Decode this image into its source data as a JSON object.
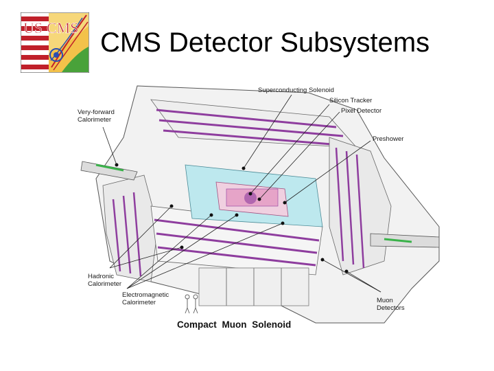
{
  "slide": {
    "title": "CMS Detector Subsystems"
  },
  "logo": {
    "text_us": "US",
    "text_cms": "CMS",
    "colors": {
      "stripe_red": "#c0202a",
      "yellow": "#f3c24a",
      "green": "#49a23a",
      "blue_swirl": "#2b4fb0"
    }
  },
  "diagram": {
    "labels": {
      "superconducting_solenoid": "Superconducting Solenoid",
      "silicon_tracker": "Silicon Tracker",
      "pixel_detector": "Pixel Detector",
      "preshower": "Preshower",
      "very_forward_1": "Very-forward",
      "very_forward_2": "Calorimeter",
      "hadronic_1": "Hadronic",
      "hadronic_2": "Calorimeter",
      "electromagnetic_1": "Electromagnetic",
      "electromagnetic_2": "Calorimeter",
      "muon_1": "Muon",
      "muon_2": "Detectors"
    },
    "caption": "Compact Muon Solenoid",
    "colors": {
      "purple": "#8e3d9e",
      "cyan": "#bde8ee",
      "green": "#3ab24a",
      "outline": "#555555"
    }
  }
}
